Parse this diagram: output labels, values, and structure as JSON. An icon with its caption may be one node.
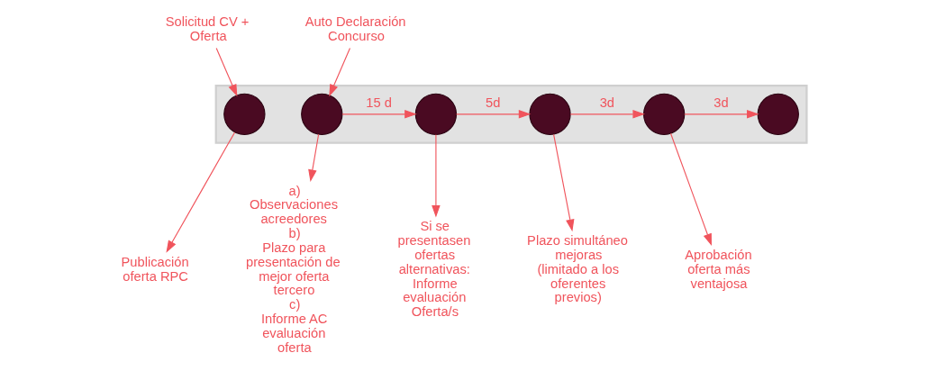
{
  "diagram": {
    "nodes": [
      {
        "text": [],
        "shape": "arrow"
      },
      {
        "text": [
          "Solicitud CV + Oferta"
        ]
      },
      {
        "text": [
          "Auto Declaración Concurso"
        ]
      },
      {
        "text": [],
        "shape": "circle",
        "in": 0
      },
      {
        "text": [],
        "shape": "circle",
        "in": 0
      },
      {
        "text": [],
        "shape": "circle",
        "in": 0
      },
      {
        "text": [],
        "shape": "circle",
        "in": 0
      },
      {
        "text": [],
        "shape": "circle",
        "in": 0
      },
      {
        "text": [],
        "shape": "circle",
        "in": 0
      },
      {
        "text": [
          "Publicación oferta RPC"
        ]
      },
      {
        "text": [
          "a)",
          "Observaciones acreedores",
          "b)",
          "Plazo para presentación de mejor oferta tercero",
          "c)",
          "Informe AC evaluación oferta"
        ]
      },
      {
        "text": [
          "Si se presentasen ofertas alternativas: Informe evaluación Oferta/s"
        ]
      },
      {
        "text": [
          "Plazo simultáneo mejoras",
          "(limitado a los oferentes previos)"
        ]
      },
      {
        "text": [
          "Aprobación oferta más ventajosa"
        ]
      }
    ],
    "edges": [
      {
        "from": 1,
        "to": 3,
        "arrow": "to"
      },
      {
        "from": 2,
        "to": 4,
        "arrow": "to"
      },
      {
        "from": 3,
        "to": 9,
        "arrow": "to"
      },
      {
        "from": 4,
        "to": 5,
        "arrow": "to",
        "label": "15 d"
      },
      {
        "from": 4,
        "to": 10,
        "arrow": "to"
      },
      {
        "from": 5,
        "to": 6,
        "arrow": "to",
        "label": "5d"
      },
      {
        "from": 5,
        "to": 11,
        "arrow": "to"
      },
      {
        "from": 6,
        "to": 7,
        "arrow": "to",
        "label": "3d"
      },
      {
        "from": 6,
        "to": 12,
        "arrow": "to"
      },
      {
        "from": 7,
        "to": 8,
        "arrow": "to",
        "label": "3d"
      },
      {
        "from": 7,
        "to": 13,
        "arrow": "to"
      }
    ]
  }
}
